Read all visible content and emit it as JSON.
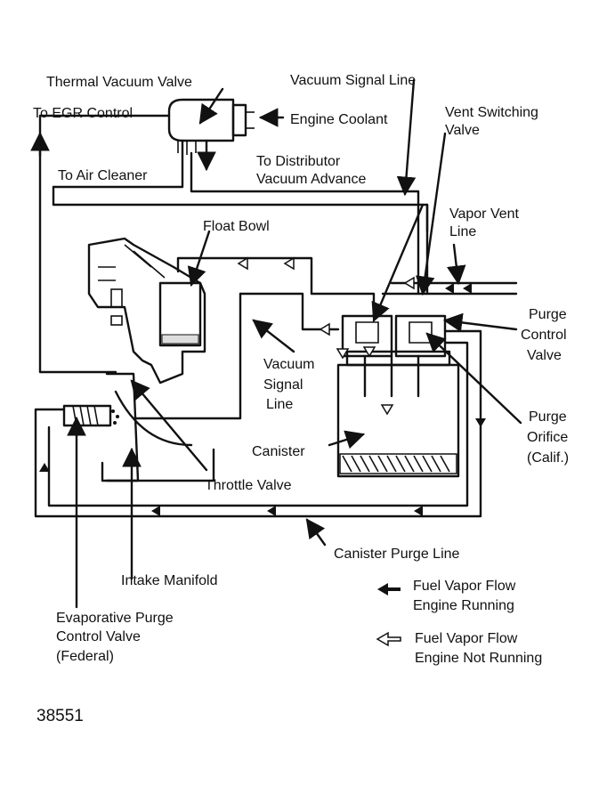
{
  "labels": {
    "thermal_vacuum_valve": "Thermal Vacuum Valve",
    "vacuum_signal_line_top": "Vacuum Signal Line",
    "to_egr_control": "To EGR Control",
    "engine_coolant": "Engine Coolant",
    "vent_switching_valve_1": "Vent Switching",
    "vent_switching_valve_2": "Valve",
    "to_distributor_1": "To Distributor",
    "to_distributor_2": "Vacuum Advance",
    "to_air_cleaner": "To Air Cleaner",
    "vapor_vent_line_1": "Vapor Vent",
    "vapor_vent_line_2": "Line",
    "float_bowl": "Float Bowl",
    "purge_control_valve_1": "Purge",
    "purge_control_valve_2": "Control",
    "purge_control_valve_3": "Valve",
    "vacuum_signal_line_mid_1": "Vacuum",
    "vacuum_signal_line_mid_2": "Signal",
    "vacuum_signal_line_mid_3": "Line",
    "purge_orifice_1": "Purge",
    "purge_orifice_2": "Orifice",
    "purge_orifice_3": "(Calif.)",
    "canister": "Canister",
    "throttle_valve": "Throttle Valve",
    "canister_purge_line": "Canister Purge Line",
    "intake_manifold": "Intake Manifold",
    "evap_purge_1": "Evaporative Purge",
    "evap_purge_2": "Control Valve",
    "evap_purge_3": "(Federal)"
  },
  "legend": {
    "running_1": "Fuel Vapor Flow",
    "running_2": "Engine Running",
    "not_running_1": "Fuel Vapor Flow",
    "not_running_2": "Engine Not Running"
  },
  "figure_number": "38551"
}
